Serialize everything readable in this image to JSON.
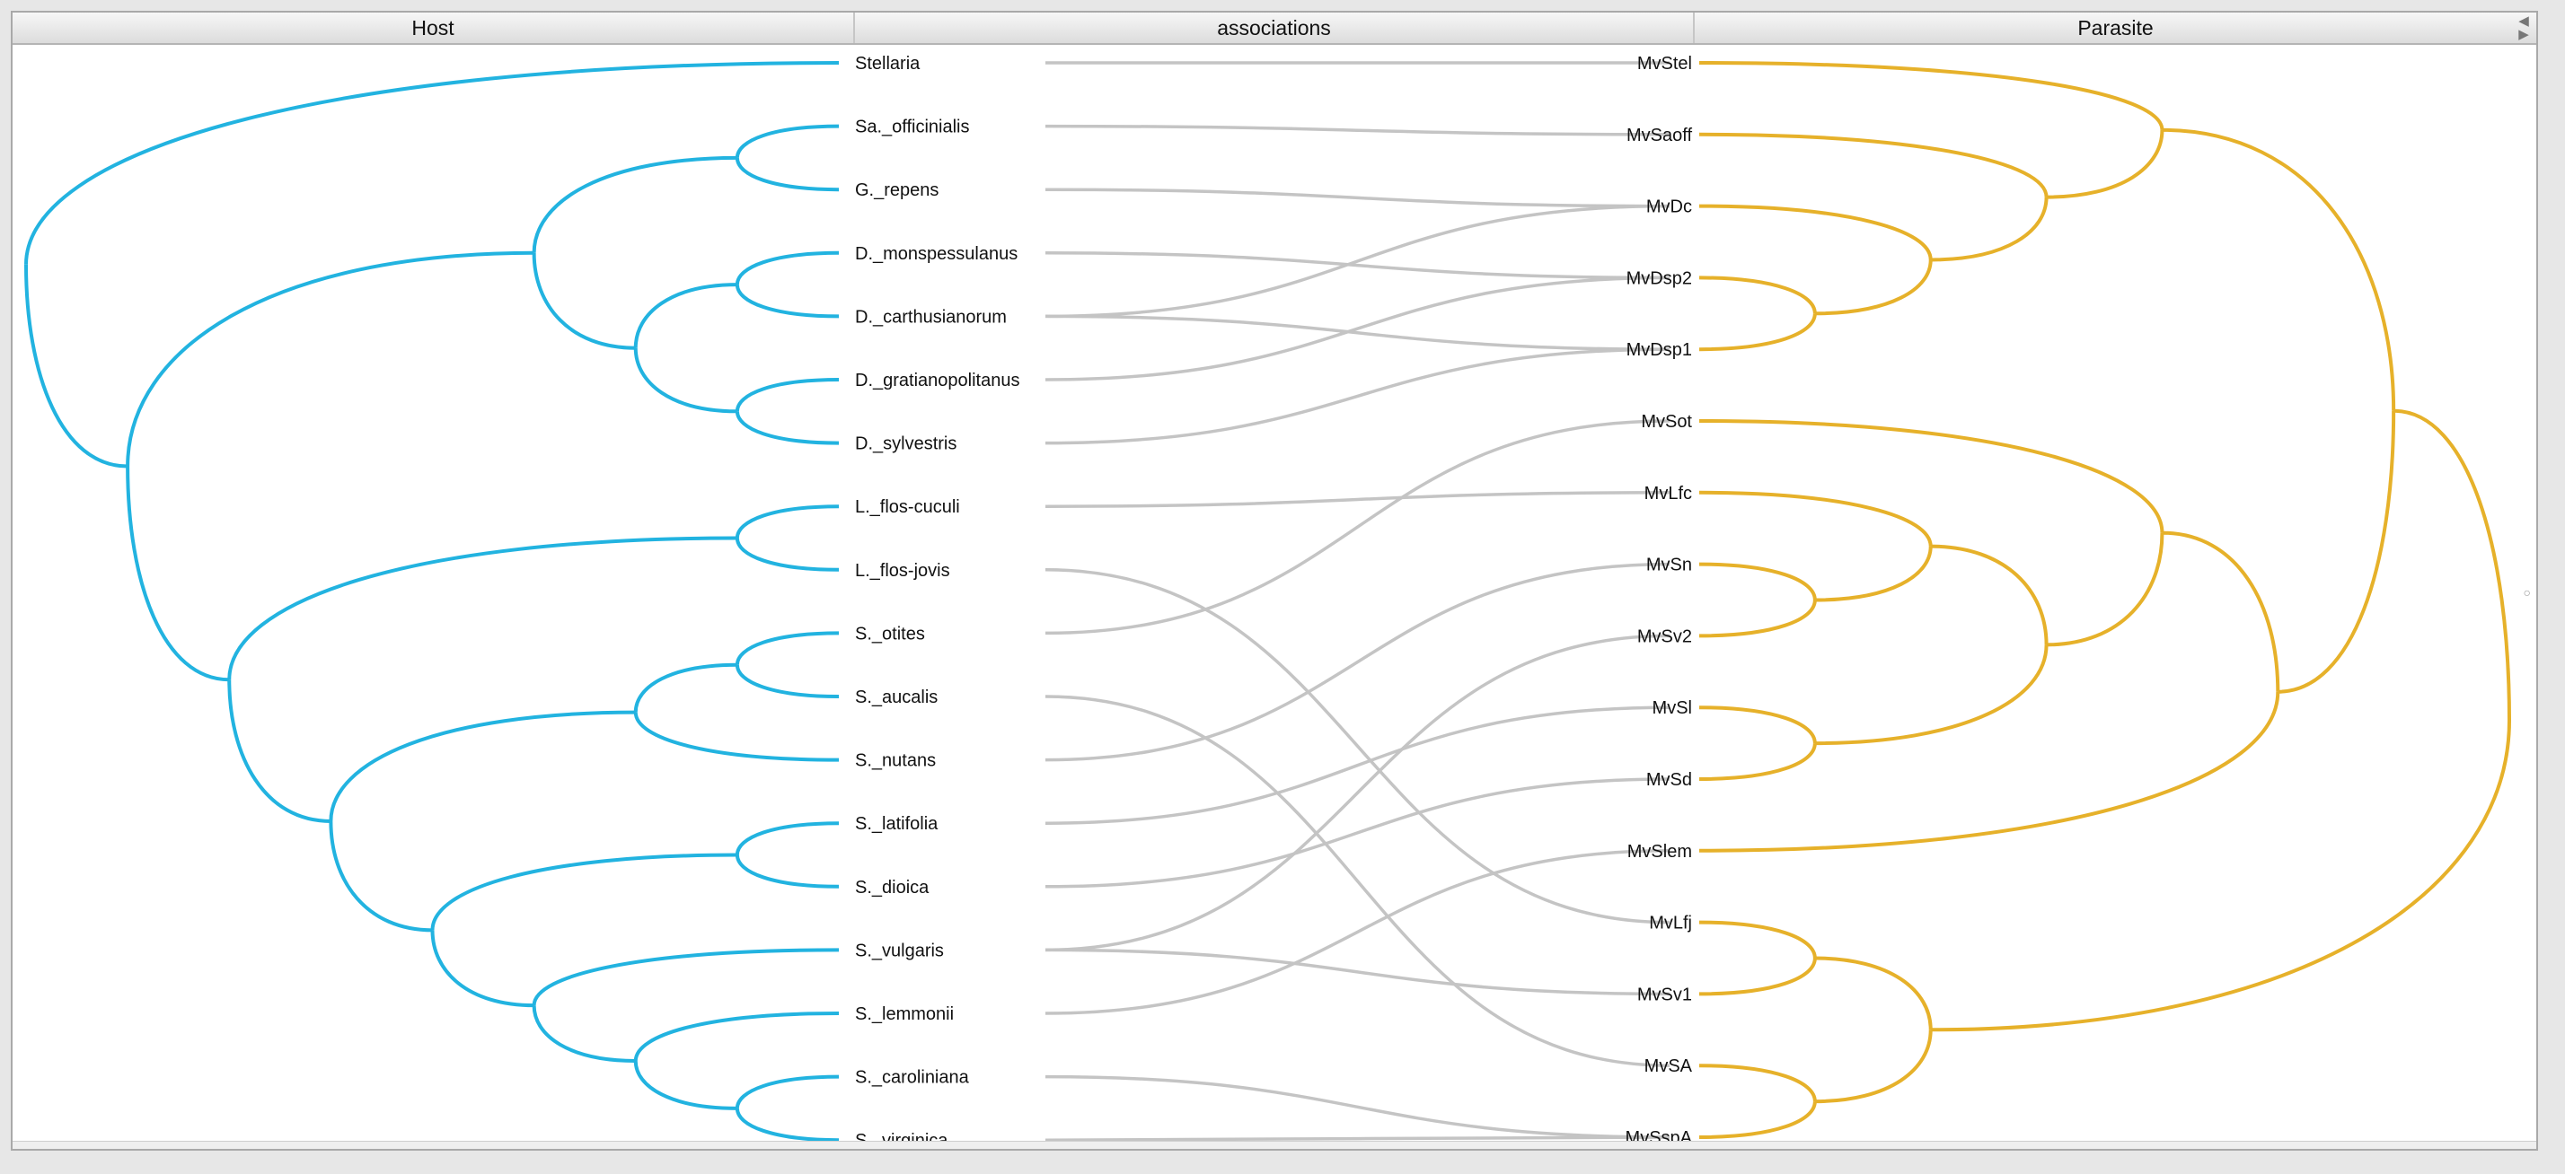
{
  "columns": {
    "host": "Host",
    "associations": "associations",
    "parasite": "Parasite"
  },
  "colors": {
    "host_tree": "#22b3e0",
    "parasite_tree": "#e6b12a",
    "association": "#c4c4c4"
  },
  "hosts": [
    "Stellaria",
    "Sa._officinialis",
    "G._repens",
    "D._monspessulanus",
    "D._carthusianorum",
    "D._gratianopolitanus",
    "D._sylvestris",
    "L._flos-cuculi",
    "L._flos-jovis",
    "S._otites",
    "S._aucalis",
    "S._nutans",
    "S._latifolia",
    "S._dioica",
    "S._vulgaris",
    "S._lemmonii",
    "S._caroliniana",
    "S._virginica"
  ],
  "parasites": [
    "MvStel",
    "MvSaoff",
    "MvDc",
    "MvDsp2",
    "MvDsp1",
    "MvSot",
    "MvLfc",
    "MvSn",
    "MvSv2",
    "MvSl",
    "MvSd",
    "MvSlem",
    "MvLfj",
    "MvSv1",
    "MvSA",
    "MvSspA"
  ],
  "associations": [
    [
      "Stellaria",
      "MvStel"
    ],
    [
      "Sa._officinialis",
      "MvSaoff"
    ],
    [
      "G._repens",
      "MvDc"
    ],
    [
      "D._monspessulanus",
      "MvDsp2"
    ],
    [
      "D._carthusianorum",
      "MvDc"
    ],
    [
      "D._carthusianorum",
      "MvDsp1"
    ],
    [
      "D._gratianopolitanus",
      "MvDsp2"
    ],
    [
      "D._sylvestris",
      "MvDsp1"
    ],
    [
      "L._flos-cuculi",
      "MvLfc"
    ],
    [
      "L._flos-jovis",
      "MvLfj"
    ],
    [
      "S._otites",
      "MvSot"
    ],
    [
      "S._aucalis",
      "MvSA"
    ],
    [
      "S._nutans",
      "MvSn"
    ],
    [
      "S._latifolia",
      "MvSl"
    ],
    [
      "S._dioica",
      "MvSd"
    ],
    [
      "S._vulgaris",
      "MvSv2"
    ],
    [
      "S._vulgaris",
      "MvSv1"
    ],
    [
      "S._lemmonii",
      "MvSlem"
    ],
    [
      "S._caroliniana",
      "MvSspA"
    ],
    [
      "S._virginica",
      "MvSspA"
    ]
  ],
  "host_tree": [
    [
      "Sa._officinialis",
      "G._repens"
    ],
    [
      "D._monspessulanus",
      "D._carthusianorum"
    ],
    [
      "D._gratianopolitanus",
      "D._sylvestris"
    ],
    [
      [
        "D._monspessulanus",
        "D._carthusianorum"
      ],
      [
        "D._gratianopolitanus",
        "D._sylvestris"
      ]
    ],
    [
      [
        "Sa._officinialis",
        "G._repens"
      ],
      [
        [
          "D._monspessulanus",
          "D._carthusianorum"
        ],
        [
          "D._gratianopolitanus",
          "D._sylvestris"
        ]
      ]
    ],
    [
      "L._flos-cuculi",
      "L._flos-jovis"
    ],
    [
      "S._otites",
      "S._aucalis"
    ],
    [
      [
        "S._otites",
        "S._aucalis"
      ],
      "S._nutans"
    ],
    [
      "S._latifolia",
      "S._dioica"
    ],
    [
      "S._caroliniana",
      "S._virginica"
    ],
    [
      "S._lemmonii",
      [
        "S._caroliniana",
        "S._virginica"
      ]
    ],
    [
      "S._vulgaris",
      [
        "S._lemmonii",
        [
          "S._caroliniana",
          "S._virginica"
        ]
      ]
    ],
    [
      [
        "S._latifolia",
        "S._dioica"
      ],
      [
        "S._vulgaris",
        [
          "S._lemmonii",
          [
            "S._caroliniana",
            "S._virginica"
          ]
        ]
      ]
    ],
    [
      [
        [
          "S._otites",
          "S._aucalis"
        ],
        "S._nutans"
      ],
      [
        [
          "S._latifolia",
          "S._dioica"
        ],
        [
          "S._vulgaris",
          [
            "S._lemmonii",
            [
              "S._caroliniana",
              "S._virginica"
            ]
          ]
        ]
      ]
    ],
    [
      [
        "L._flos-cuculi",
        "L._flos-jovis"
      ],
      [
        [
          [
            "S._otites",
            "S._aucalis"
          ],
          "S._nutans"
        ],
        [
          [
            "S._latifolia",
            "S._dioica"
          ],
          [
            "S._vulgaris",
            [
              "S._lemmonii",
              [
                "S._caroliniana",
                "S._virginica"
              ]
            ]
          ]
        ]
      ]
    ],
    [
      [
        [
          "Sa._officinialis",
          "G._repens"
        ],
        [
          [
            "D._monspessulanus",
            "D._carthusianorum"
          ],
          [
            "D._gratianopolitanus",
            "D._sylvestris"
          ]
        ]
      ],
      [
        [
          "L._flos-cuculi",
          "L._flos-jovis"
        ],
        [
          [
            [
              "S._otites",
              "S._aucalis"
            ],
            "S._nutans"
          ],
          [
            [
              "S._latifolia",
              "S._dioica"
            ],
            [
              "S._vulgaris",
              [
                "S._lemmonii",
                [
                  "S._caroliniana",
                  "S._virginica"
                ]
              ]
            ]
          ]
        ]
      ]
    ],
    [
      "Stellaria",
      [
        [
          [
            "Sa._officinialis",
            "G._repens"
          ],
          [
            [
              "D._monspessulanus",
              "D._carthusianorum"
            ],
            [
              "D._gratianopolitanus",
              "D._sylvestris"
            ]
          ]
        ],
        [
          [
            "L._flos-cuculi",
            "L._flos-jovis"
          ],
          [
            [
              [
                "S._otites",
                "S._aucalis"
              ],
              "S._nutans"
            ],
            [
              [
                "S._latifolia",
                "S._dioica"
              ],
              [
                "S._vulgaris",
                [
                  "S._lemmonii",
                  [
                    "S._caroliniana",
                    "S._virginica"
                  ]
                ]
              ]
            ]
          ]
        ]
      ]
    ]
  ],
  "parasite_tree": [
    [
      "MvDsp2",
      "MvDsp1"
    ],
    [
      "MvDc",
      [
        "MvDsp2",
        "MvDsp1"
      ]
    ],
    [
      "MvSaoff",
      [
        "MvDc",
        [
          "MvDsp2",
          "MvDsp1"
        ]
      ]
    ],
    [
      "MvStel",
      [
        "MvSaoff",
        [
          "MvDc",
          [
            "MvDsp2",
            "MvDsp1"
          ]
        ]
      ]
    ],
    [
      "MvSn",
      "MvSv2"
    ],
    [
      "MvLfc",
      [
        "MvSn",
        "MvSv2"
      ]
    ],
    [
      "MvSl",
      "MvSd"
    ],
    [
      [
        "MvLfc",
        [
          "MvSn",
          "MvSv2"
        ]
      ],
      [
        "MvSl",
        "MvSd"
      ]
    ],
    [
      "MvSot",
      [
        [
          "MvLfc",
          [
            "MvSn",
            "MvSv2"
          ]
        ],
        [
          "MvSl",
          "MvSd"
        ]
      ]
    ],
    [
      [
        "MvSot",
        [
          [
            "MvLfc",
            [
              "MvSn",
              "MvSv2"
            ]
          ],
          [
            "MvSl",
            "MvSd"
          ]
        ]
      ],
      "MvSlem"
    ],
    [
      [
        "MvStel",
        [
          "MvSaoff",
          [
            "MvDc",
            [
              "MvDsp2",
              "MvDsp1"
            ]
          ]
        ]
      ],
      [
        [
          "MvSot",
          [
            [
              "MvLfc",
              [
                "MvSn",
                "MvSv2"
              ]
            ],
            [
              "MvSl",
              "MvSd"
            ]
          ]
        ],
        "MvSlem"
      ]
    ],
    [
      "MvLfj",
      "MvSv1"
    ],
    [
      "MvSA",
      "MvSspA"
    ],
    [
      [
        "MvLfj",
        "MvSv1"
      ],
      [
        "MvSA",
        "MvSspA"
      ]
    ],
    [
      [
        [
          "MvStel",
          [
            "MvSaoff",
            [
              "MvDc",
              [
                "MvDsp2",
                "MvDsp1"
              ]
            ]
          ]
        ],
        [
          [
            "MvSot",
            [
              [
                "MvLfc",
                [
                  "MvSn",
                  "MvSv2"
                ]
              ],
              [
                "MvSl",
                "MvSd"
              ]
            ]
          ],
          "MvSlem"
        ]
      ],
      [
        [
          "MvLfj",
          "MvSv1"
        ],
        [
          "MvSA",
          "MvSspA"
        ]
      ]
    ]
  ]
}
